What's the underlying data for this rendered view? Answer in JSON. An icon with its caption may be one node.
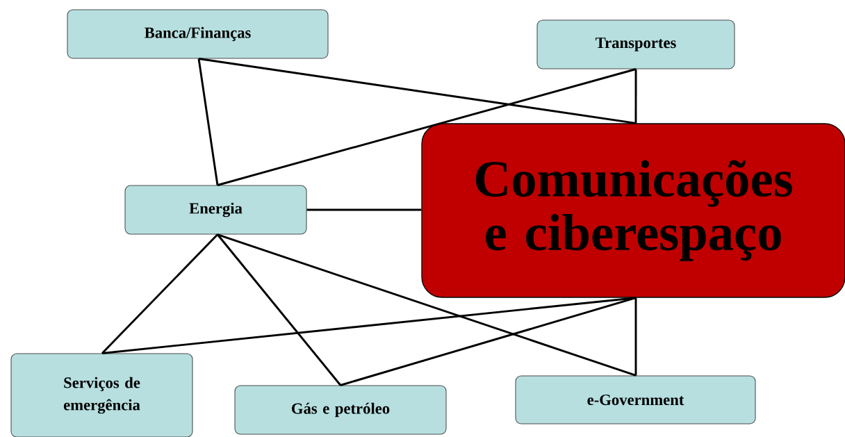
{
  "diagram": {
    "nodes": [
      {
        "text": [
          "Banca/Finanças"
        ]
      },
      {
        "text": [
          "Transportes"
        ]
      },
      {
        "text": [
          "Comunicações e ciberespaço"
        ]
      },
      {
        "text": [
          "Energia"
        ]
      },
      {
        "text": [
          "Serviços de emergência"
        ]
      },
      {
        "text": [
          "Gás e petróleo"
        ]
      },
      {
        "text": [
          "e-Government"
        ]
      }
    ],
    "edges": [
      {
        "from": 0,
        "to": 3,
        "arrow": "none"
      },
      {
        "from": 0,
        "to": 2,
        "arrow": "none"
      },
      {
        "from": 1,
        "to": 2,
        "arrow": "none"
      },
      {
        "from": 1,
        "to": 3,
        "arrow": "none"
      },
      {
        "from": 3,
        "to": 2,
        "arrow": "none"
      },
      {
        "from": 3,
        "to": 4,
        "arrow": "none"
      },
      {
        "from": 3,
        "to": 5,
        "arrow": "none"
      },
      {
        "from": 3,
        "to": 6,
        "arrow": "none"
      },
      {
        "from": 2,
        "to": 4,
        "arrow": "none"
      },
      {
        "from": 2,
        "to": 5,
        "arrow": "none"
      },
      {
        "from": 2,
        "to": 6,
        "arrow": "none"
      }
    ]
  }
}
